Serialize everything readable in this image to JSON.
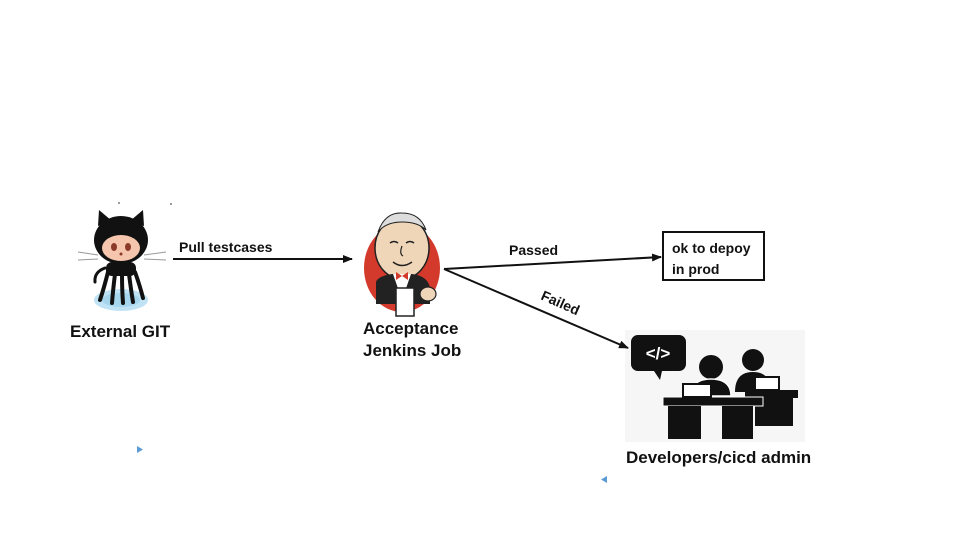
{
  "nodes": {
    "git": {
      "label": "External GIT",
      "icon": "github-octocat-icon"
    },
    "jenkins": {
      "label_lines": [
        "Acceptance",
        "Jenkins Job"
      ],
      "icon": "jenkins-butler-icon"
    },
    "result": {
      "lines": [
        "ok to depoy",
        "in prod"
      ]
    },
    "devs": {
      "label": "Developers/cicd admin",
      "icon": "developers-at-desks-icon",
      "bubble_text": "</>"
    }
  },
  "edges": {
    "pull": "Pull testcases",
    "passed": "Passed",
    "failed": "Failed"
  },
  "colors": {
    "line": "#111111",
    "accent_blue": "#5b9bd5",
    "jenkins_red": "#d33a2c",
    "octocat_blue": "#bfe3f5"
  }
}
